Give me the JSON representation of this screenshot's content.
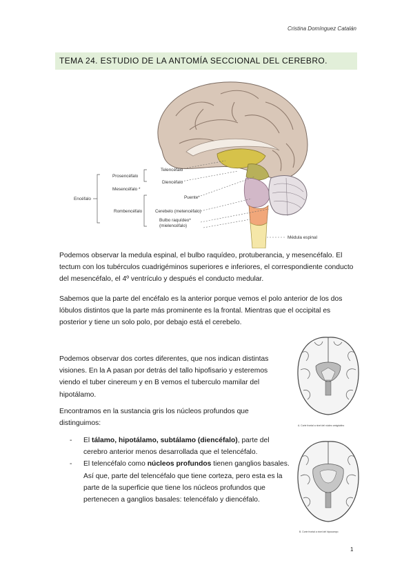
{
  "header": {
    "author": "Cristina Domínguez Catalán"
  },
  "title": "TEMA 24. ESTUDIO DE LA ANTOMÍA SECCIONAL DEL CEREBRO.",
  "figure_main": {
    "labels": {
      "encefalo": "Encéfalo",
      "prosencefalo": "Prosencéfalo",
      "mesencefalo": "Mesencéfalo *",
      "rombencefalo": "Rombencéfalo",
      "telencefalo": "Telencéfalo",
      "diencefalo": "Diencéfalo",
      "puente": "Puente*",
      "cerebelo": "Cerebelo (metencéfalo)",
      "bulbo1": "Bulbo raquídeo*",
      "bulbo2": "(mielencéfalo)",
      "medula": "Médula espinal"
    }
  },
  "paragraphs": {
    "p1": "Podemos observar la medula espinal, el bulbo raquídeo, protuberancia, y mesencéfalo. El tectum con los tubérculos cuadrigéminos superiores e inferiores, el correspondiente conducto del mesencéfalo, el 4º ventrículo y después el conducto medular.",
    "p2": "Sabemos que la parte del encéfalo es la anterior porque vemos el polo anterior de los dos lóbulos distintos que la parte más prominente es la frontal. Mientras que el occipital es posterior y tiene un solo polo, por debajo está el cerebelo.",
    "p3": "Podemos observar dos cortes diferentes, que nos indican distintas visiones. En la A pasan por detrás del tallo hipofisario y esteremos viendo el tuber cinereum y en B vemos el tuberculo mamilar del hipotálamo.",
    "p4": "Encontramos en la sustancia gris los núcleos profundos que distinguimos:"
  },
  "bullets": [
    {
      "dash": "-",
      "pre": "El ",
      "bold": "tálamo, hipotálamo, subtálamo (diencéfalo)",
      "post": ", parte del cerebro anterior menos desarrollada que el telencéfalo."
    },
    {
      "dash": "-",
      "pre": "El telencéfalo como ",
      "bold": "núcleos profundos",
      "post": " tienen ganglios basales. Así que, parte del telencéfalo que tiene corteza, pero esta es la parte de la superficie que tiene los núcleos profundos que pertenecen a ganglios basales: telencéfalo y diencéfalo."
    }
  ],
  "figure_a": {
    "caption": "A. Corte frontal a nivel del núcleo amigdalino"
  },
  "figure_b": {
    "caption": "B. Corte frontal a nivel del hipocampo"
  },
  "page_number": "1"
}
